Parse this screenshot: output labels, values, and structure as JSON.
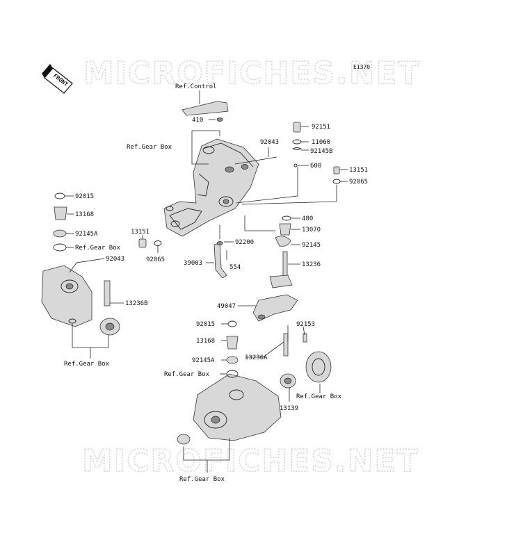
{
  "diagram_code": "E1370",
  "front_label": "FRONT",
  "watermark": "MICROFICHES.NET",
  "labels": {
    "ref_control": "Ref.Control",
    "p410": "410",
    "ref_gear_box_top": "Ref.Gear Box",
    "p92043_top": "92043",
    "p92151": "92151",
    "p11060": "11060",
    "p92145b": "92145B",
    "p600": "600",
    "p13151_right": "13151",
    "p92065_right": "92065",
    "p480": "480",
    "p13070": "13070",
    "p92145": "92145",
    "p13236": "13236",
    "p92200": "92200",
    "p554": "554",
    "p39003": "39003",
    "p13151_left": "13151",
    "p92065_left": "92065",
    "p92015_left": "92015",
    "p13168_left": "13168",
    "p92145a_left": "92145A",
    "ref_gear_box_left_small": "Ref.Gear Box",
    "p92043_left": "92043",
    "p13236b": "13236B",
    "ref_gear_box_left_bottom": "Ref.Gear Box",
    "p49047": "49047",
    "p92015_mid": "92015",
    "p13168_mid": "13168",
    "p92145a_mid": "92145A",
    "ref_gear_box_mid": "Ref.Gear Box",
    "p13236a": "13236A",
    "p92153": "92153",
    "p13139": "13139",
    "ref_gear_box_right": "Ref.Gear Box",
    "ref_gear_box_bottom": "Ref.Gear Box"
  }
}
